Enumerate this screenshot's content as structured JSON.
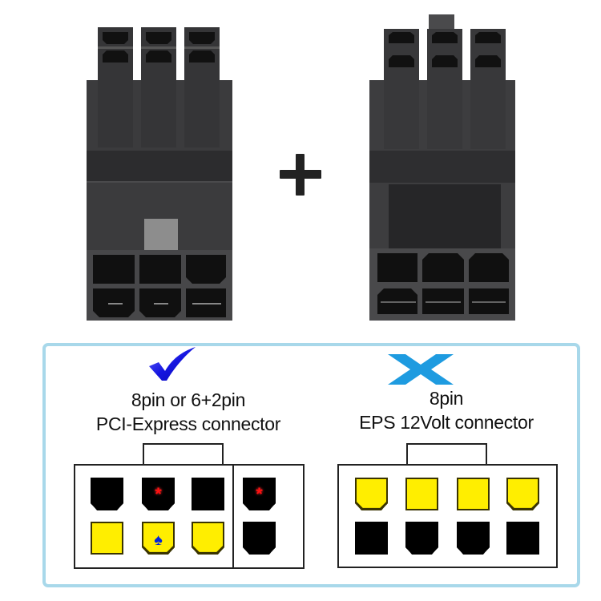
{
  "photos": {
    "left_connector": {
      "label": "8-pin PCIe (6+2) connector photo",
      "housing_color": "#3a3a3c"
    },
    "right_connector": {
      "label": "8-pin EPS connector photo",
      "housing_color": "#3d3d3f"
    },
    "plus_icon": "plus-icon"
  },
  "panel": {
    "border_color": "#a8d8ea",
    "left": {
      "icon": "checkmark-icon",
      "icon_color": "#1a1ae6",
      "line1": "8pin or 6+2pin",
      "line2": "PCI-Express connector",
      "main_grid": [
        [
          {
            "color": "black",
            "shape": "chamfer",
            "mark": ""
          },
          {
            "color": "black",
            "shape": "chamfer",
            "mark": "*"
          },
          {
            "color": "black",
            "shape": "square",
            "mark": ""
          }
        ],
        [
          {
            "color": "yellow",
            "shape": "square",
            "mark": ""
          },
          {
            "color": "yellow",
            "shape": "chamfer",
            "mark": "♠"
          },
          {
            "color": "yellow",
            "shape": "chamfer",
            "mark": ""
          }
        ]
      ],
      "side_grid": [
        {
          "color": "black",
          "shape": "chamfer",
          "mark": "*"
        },
        {
          "color": "black",
          "shape": "chamfer",
          "mark": ""
        }
      ]
    },
    "right": {
      "icon": "x-icon",
      "icon_color": "#1e9be0",
      "line1": "8pin",
      "line2": "EPS 12Volt connector",
      "grid": [
        [
          {
            "color": "yellow",
            "shape": "chamfer"
          },
          {
            "color": "yellow",
            "shape": "square"
          },
          {
            "color": "yellow",
            "shape": "square"
          },
          {
            "color": "yellow",
            "shape": "chamfer"
          }
        ],
        [
          {
            "color": "black",
            "shape": "square"
          },
          {
            "color": "black",
            "shape": "chamfer"
          },
          {
            "color": "black",
            "shape": "chamfer"
          },
          {
            "color": "black",
            "shape": "square"
          }
        ]
      ]
    }
  },
  "marks": {
    "asterisk": "*",
    "spade": "♠"
  }
}
